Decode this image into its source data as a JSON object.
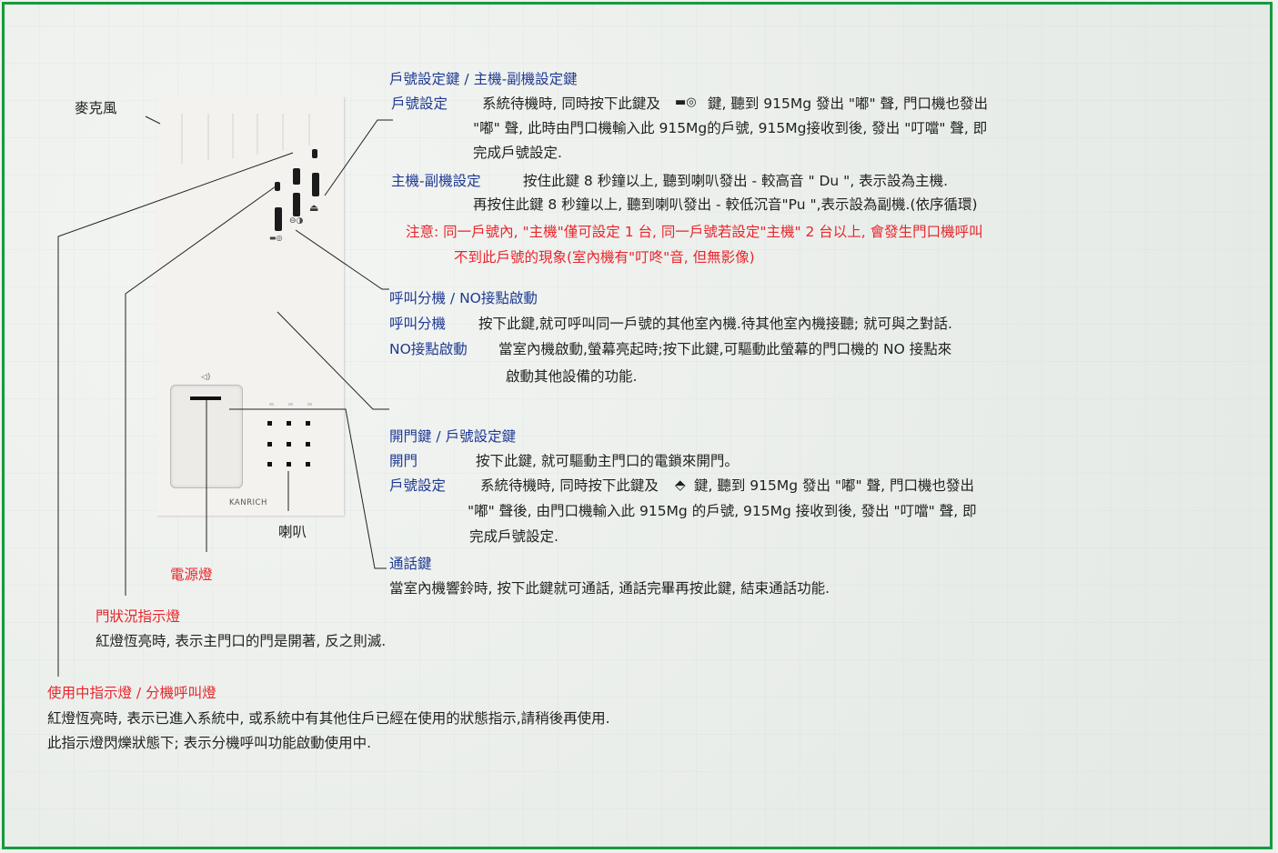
{
  "labels": {
    "microphone": "麥克風",
    "speaker": "喇叭",
    "power_light": "電源燈",
    "brand": "KANRICH"
  },
  "section_unit_set": {
    "title": "戶號設定鍵 / 主機-副機設定鍵",
    "unit_label": "戶號設定",
    "unit_line1": "系統待機時, 同時按下此鍵及",
    "unit_line1b": "鍵, 聽到 915Mg 發出 \"嘟\" 聲, 門口機也發出",
    "unit_line2": "\"嘟\" 聲, 此時由門口機輸入此 915Mg的戶號, 915Mg接收到後, 發出 \"叮噹\" 聲, 即",
    "unit_line3": "完成戶號設定.",
    "master_label": "主機-副機設定",
    "master_line1": "按住此鍵 8 秒鐘以上, 聽到喇叭發出 - 較高音 \" Du  \", 表示設為主機.",
    "master_line2": "再按住此鍵 8 秒鐘以上, 聽到喇叭發出 - 較低沉音\"Pu  \",表示設為副機.(依序循環)",
    "note_line1": "注意: 同一戶號內, \"主機\"僅可設定 1 台, 同一戶號若設定\"主機\" 2 台以上, 會發生門口機呼叫",
    "note_line2": "不到此戶號的現象(室內機有\"叮咚\"音, 但無影像)"
  },
  "section_call": {
    "title": "呼叫分機 / NO接點啟動",
    "call_label": "呼叫分機",
    "call_text": "按下此鍵,就可呼叫同一戶號的其他室內機.待其他室內機接聽; 就可與之對話.",
    "no_label": "NO接點啟動",
    "no_line1": "當室內機啟動,螢幕亮起時;按下此鍵,可驅動此螢幕的門口機的 NO 接點來",
    "no_line2": "啟動其他設備的功能."
  },
  "section_door": {
    "title": "開門鍵 / 戶號設定鍵",
    "open_label": "開門",
    "open_text": "按下此鍵, 就可驅動主門口的電鎖來開門。",
    "unit_label": "戶號設定",
    "unit_line1": "系統待機時, 同時按下此鍵及",
    "unit_line1b": "鍵, 聽到 915Mg 發出 \"嘟\" 聲, 門口機也發出",
    "unit_line2": "\"嘟\" 聲後, 由門口機輸入此 915Mg 的戶號,  915Mg 接收到後, 發出 \"叮噹\" 聲, 即",
    "unit_line3": "完成戶號設定."
  },
  "section_talk": {
    "title": "通話鍵",
    "text": "當室內機響鈴時, 按下此鍵就可通話, 通話完畢再按此鍵, 結束通話功能."
  },
  "section_door_status": {
    "title": "門狀況指示燈",
    "text": "紅燈恆亮時, 表示主門口的門是開著, 反之則滅."
  },
  "section_in_use": {
    "title": "使用中指示燈 / 分機呼叫燈",
    "line1": "紅燈恆亮時, 表示已進入系統中, 或系統中有其他住戶已經在使用的狀態指示,請稍後再使用.",
    "line2": "此指示燈閃爍狀態下; 表示分機呼叫功能啟動使用中."
  },
  "colors": {
    "border": "#169b3c",
    "title_blue": "#1f3a93",
    "note_red": "#e8262c"
  },
  "icons": [
    "key-icon",
    "bell-icon"
  ]
}
